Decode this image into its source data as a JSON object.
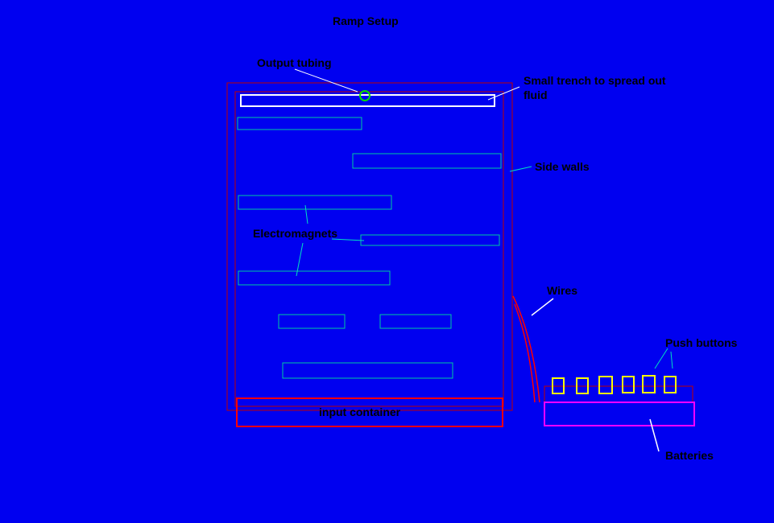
{
  "title": "Ramp Setup",
  "labels": {
    "output_tubing": "Output tubing",
    "small_trench_line1": "Small trench to spread out",
    "small_trench_line2": "fluid",
    "side_walls": "Side walls",
    "electromagnets": "Electromagnets",
    "wires": "Wires",
    "push_buttons": "Push buttons",
    "input_container": "input container",
    "batteries": "Batteries"
  },
  "colors": {
    "background": "#0000f0",
    "outline": "#c00000",
    "electromagnet": "#00c8a0",
    "annotation_line": "#00e0c0",
    "trench": "#ffffff",
    "tubing": "#00e000",
    "input_container": "#ff0000",
    "battery": "#ff00ff",
    "button": "#ffff00"
  }
}
